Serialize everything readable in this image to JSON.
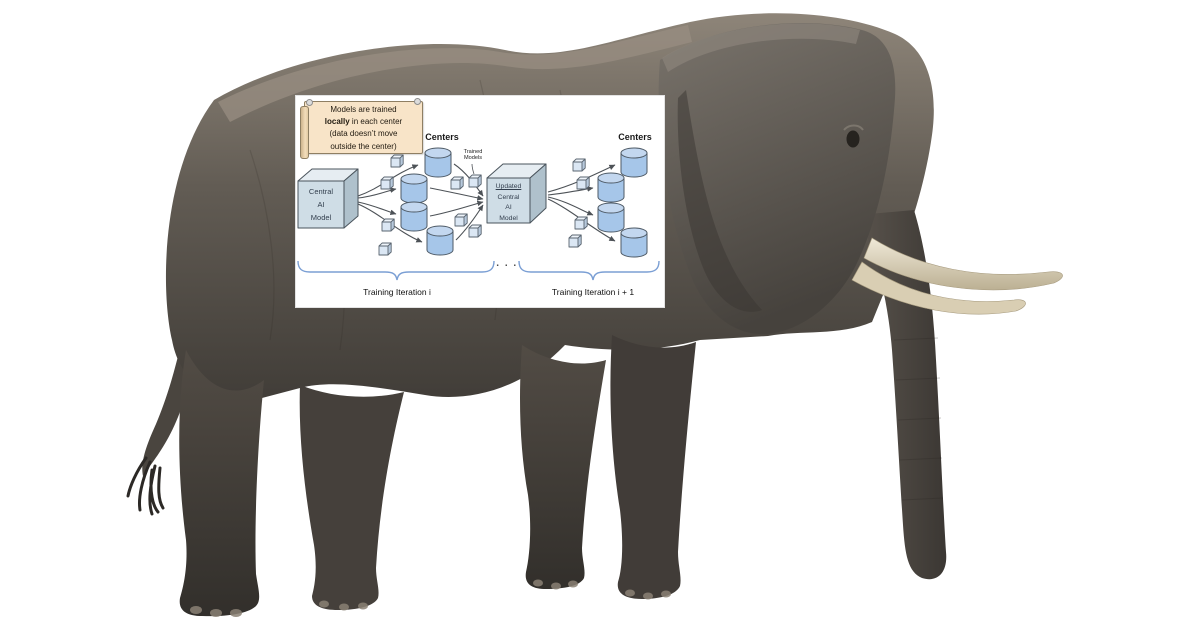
{
  "diagram": {
    "note": {
      "line1": "Models are trained",
      "line2_bold": "locally",
      "line2_rest": " in each center",
      "line3": "(data doesn’t move",
      "line4": "outside the center)"
    },
    "central_model": {
      "line1": "Central",
      "line2": "AI",
      "line3": "Model"
    },
    "updated_model": {
      "line1_underlined": "Updated",
      "line2": "Central",
      "line3": "AI",
      "line4": "Model"
    },
    "left_group_label": "Centers",
    "right_group_label": "Centers",
    "trained_models": {
      "line1": "Trained",
      "line2": "Models"
    },
    "ellipsis": ". . .",
    "left_iteration_label": "Training Iteration i",
    "right_iteration_label": "Training Iteration i + 1",
    "colors": {
      "panel_bg": "#ffffff",
      "note_bg": "#f8e4c8",
      "cylinder_fill": "#a6c6e9",
      "cube_front_fill": "#cfdde6",
      "small_cube_fill": "#dbe7f4",
      "arrow": "#4d5257",
      "brace": "#7b9fd4",
      "box_text": "#333f4e"
    }
  }
}
